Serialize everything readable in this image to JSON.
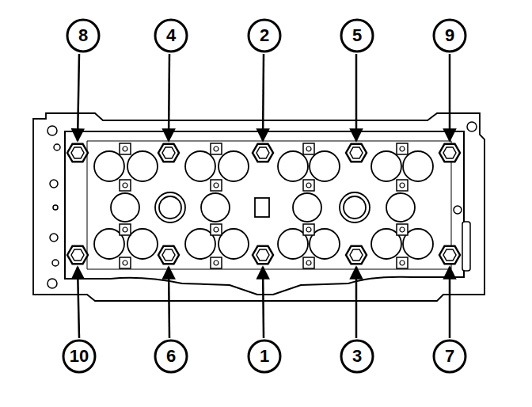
{
  "diagram": {
    "nodes": [
      {
        "text": [
          "8"
        ]
      },
      {
        "text": [
          "4"
        ]
      },
      {
        "text": [
          "2"
        ]
      },
      {
        "text": [
          "5"
        ]
      },
      {
        "text": [
          "9"
        ]
      },
      {
        "text": [
          "10"
        ]
      },
      {
        "text": [
          "6"
        ]
      },
      {
        "text": [
          "1"
        ]
      },
      {
        "text": [
          "3"
        ]
      },
      {
        "text": [
          "7"
        ]
      }
    ]
  }
}
